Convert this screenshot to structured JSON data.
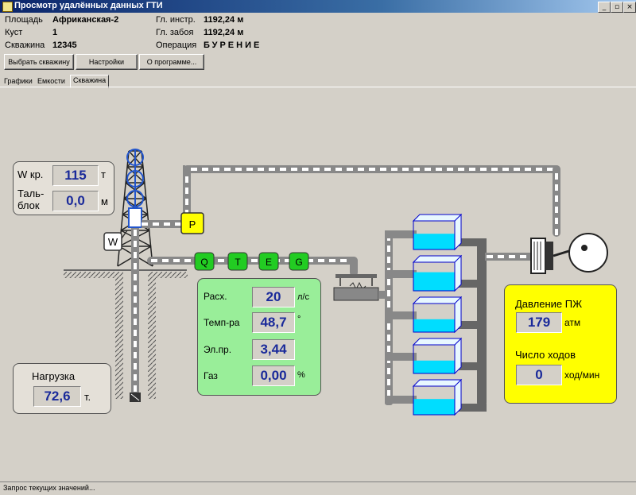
{
  "window": {
    "title": "Просмотр удалённых данных ГТИ",
    "min": "_",
    "max": "▫",
    "close": "×"
  },
  "info": {
    "area_label": "Площадь",
    "area_value": "Африканская-2",
    "cluster_label": "Куст",
    "cluster_value": "1",
    "well_label": "Скважина",
    "well_value": "12345",
    "depth_instr_label": "Гл. инстр.",
    "depth_instr_value": "1192,24 м",
    "depth_bottom_label": "Гл. забоя",
    "depth_bottom_value": "1192,24 м",
    "operation_label": "Операция",
    "operation_value": "БУРЕНИЕ"
  },
  "toolbar": {
    "select_well": "Выбрать скважину",
    "settings": "Настройки",
    "about": "О программе..."
  },
  "tabs": [
    "Графики",
    "Емкости",
    "Скважина"
  ],
  "hook": {
    "weight_label": "W кр.",
    "weight_value": "115",
    "weight_unit": "т",
    "block_label_1": "Таль-",
    "block_label_2": "блок",
    "block_value": "0,0",
    "block_unit": "м"
  },
  "load": {
    "label": "Нагрузка",
    "value": "72,6",
    "unit": "т."
  },
  "sensors": {
    "p": "P",
    "w": "W",
    "q": "Q",
    "t": "T",
    "e": "E",
    "g": "G"
  },
  "flow": {
    "rate_label": "Расх.",
    "rate_value": "20",
    "rate_unit": "л/с",
    "temp_label": "Темп-ра",
    "temp_value": "48,7",
    "temp_unit": "°",
    "cond_label": "Эл.пр.",
    "cond_value": "3,44",
    "cond_unit": "",
    "gas_label": "Газ",
    "gas_value": "0,00",
    "gas_unit": "%"
  },
  "pump": {
    "pressure_label": "Давление ПЖ",
    "pressure_value": "179",
    "pressure_unit": "атм",
    "strokes_label": "Число ходов",
    "strokes_value": "0",
    "strokes_unit": "ход/мин"
  },
  "tanks": {
    "count": 5,
    "levels": [
      0.55,
      0.65,
      0.45,
      0.45,
      0.55
    ]
  },
  "status": {
    "text": "Запрос текущих значений..."
  },
  "colors": {
    "value_blue": "#1a2a9a",
    "flow_panel": "#99ee99",
    "pump_panel": "#ffff00",
    "sensor_green": "#22cc22",
    "sensor_yellow": "#ffff00",
    "water": "#00ddff",
    "tank_edge": "#0000cc"
  }
}
